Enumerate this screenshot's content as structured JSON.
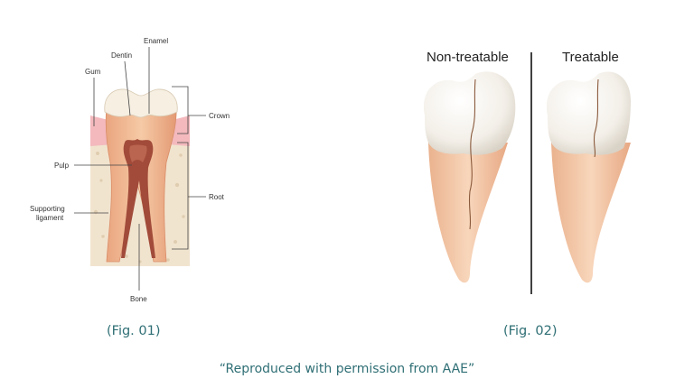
{
  "figure1": {
    "labels": {
      "enamel": "Enamel",
      "dentin": "Dentin",
      "gum": "Gum",
      "crown": "Crown",
      "pulp": "Pulp",
      "root": "Root",
      "supporting_line1": "Supporting",
      "supporting_line2": "ligament",
      "bone": "Bone"
    },
    "caption": "(Fig. 01)"
  },
  "figure2": {
    "left_title": "Non-treatable",
    "right_title": "Treatable",
    "caption": "(Fig. 02)"
  },
  "credit": "“Reproduced with permission from AAE”",
  "colors": {
    "caption": "#2f6f75",
    "enamel": "#f6efe2",
    "dentin": "#f2c9a8",
    "pulp": "#a24b3a",
    "gum": "#f3b9bd",
    "root": "#f0b894"
  }
}
